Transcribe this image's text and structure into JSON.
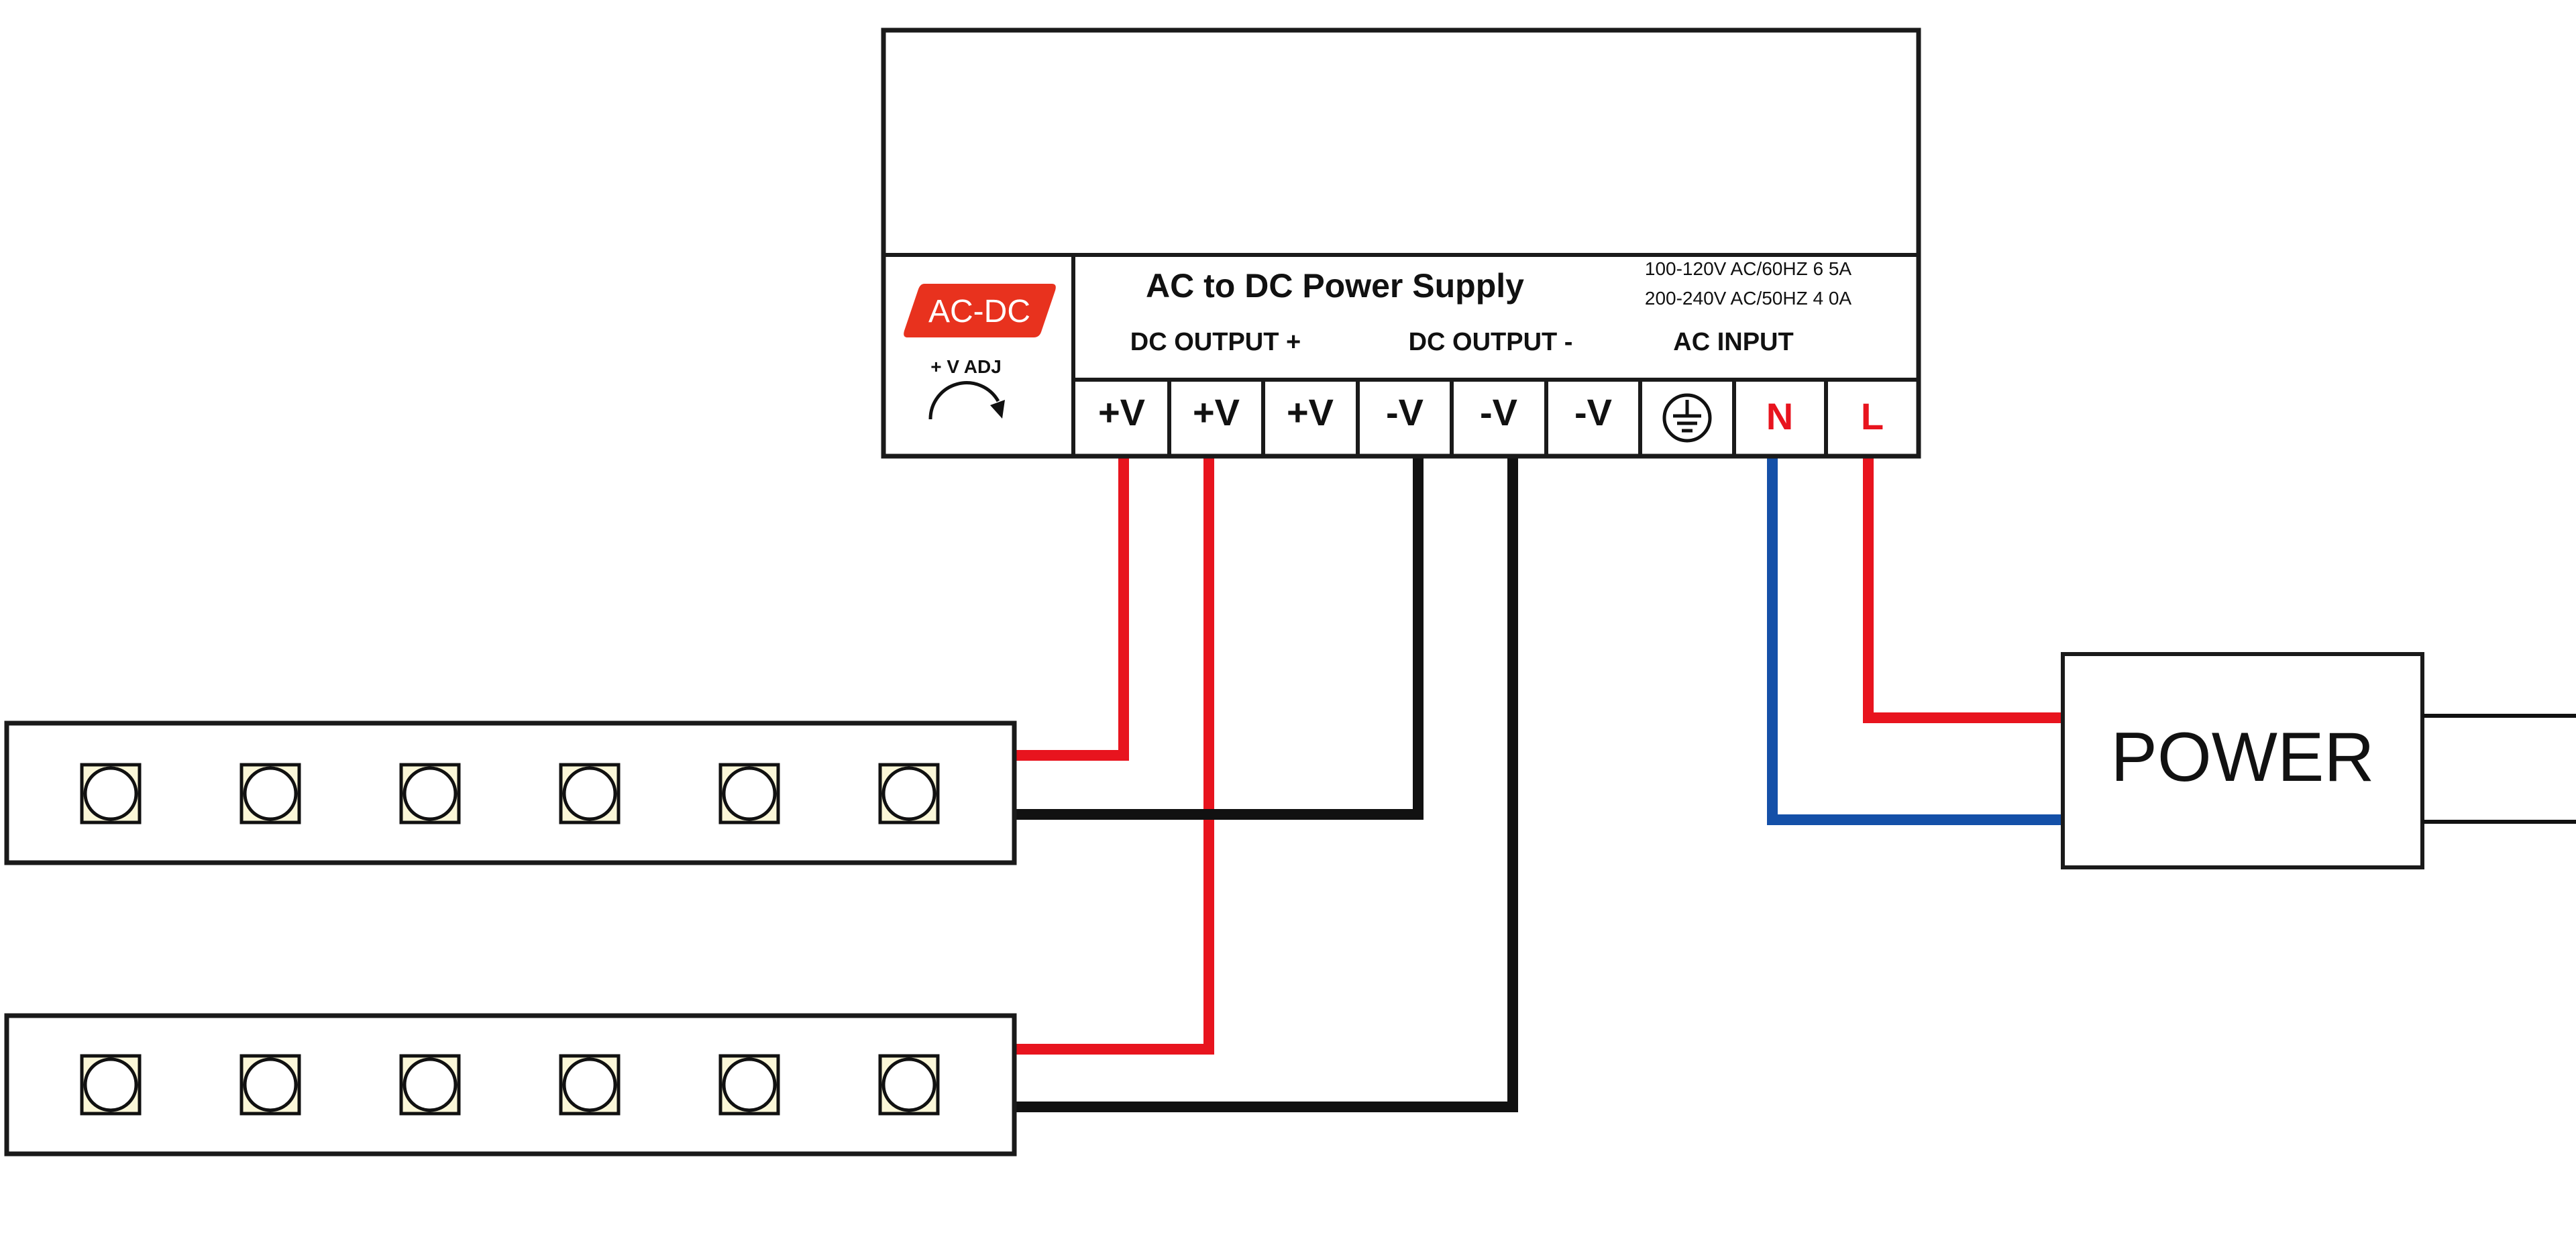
{
  "power_supply": {
    "badge_label": "AC-DC",
    "adjust_label": "+ V ADJ",
    "title": "AC to DC Power Supply",
    "rating_line_1": "100-120V AC/60HZ 6 5A",
    "rating_line_2": "200-240V AC/50HZ 4 0A",
    "group_dc_plus": "DC OUTPUT +",
    "group_dc_minus": "DC OUTPUT -",
    "group_ac_input": "AC INPUT",
    "terminals": [
      {
        "label": "+V",
        "color": "#111111"
      },
      {
        "label": "+V",
        "color": "#111111"
      },
      {
        "label": "+V",
        "color": "#111111"
      },
      {
        "label": "-V",
        "color": "#111111"
      },
      {
        "label": "-V",
        "color": "#111111"
      },
      {
        "label": "-V",
        "color": "#111111"
      },
      {
        "label": "",
        "icon": "ground-icon",
        "color": "#111111"
      },
      {
        "label": "N",
        "color": "#e8141e"
      },
      {
        "label": "L",
        "color": "#e8141e"
      }
    ]
  },
  "power_source": {
    "label": "POWER"
  },
  "led_strips": [
    {
      "led_count": 6
    },
    {
      "led_count": 6
    }
  ],
  "colors": {
    "positive_wire": "#e8141e",
    "negative_wire": "#111111",
    "neutral_wire": "#1450a8",
    "live_wire": "#e8141e",
    "badge_fill": "#e8321e",
    "led_fill": "#fbf7d8"
  }
}
